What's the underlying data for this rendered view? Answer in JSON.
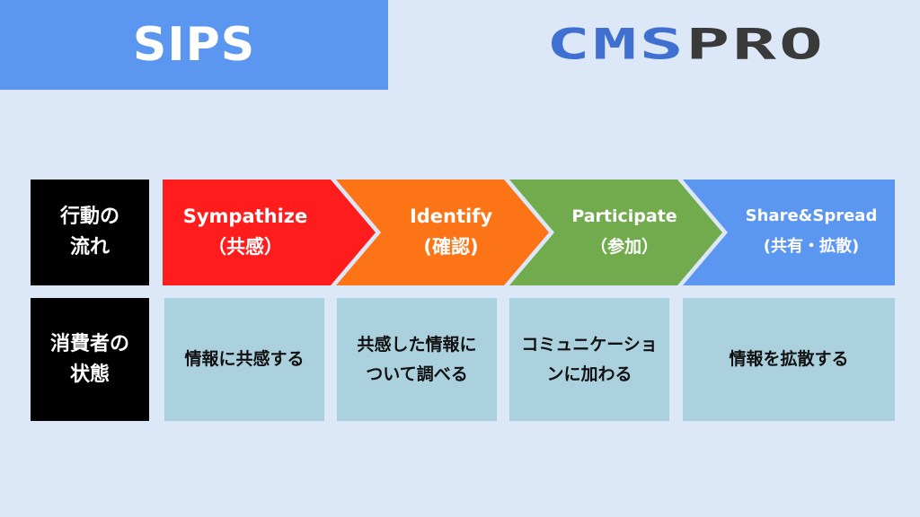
{
  "title": "SIPS",
  "logo": {
    "part1": "CMS",
    "part2": "PRO",
    "color_primary": "#3e6fd1",
    "color_secondary": "#3a3a3a"
  },
  "row_labels": {
    "flow": [
      "行動の",
      "流れ"
    ],
    "state": [
      "消費者の",
      "状態"
    ]
  },
  "steps": [
    {
      "name": "Sympathize",
      "sub": "（共感）",
      "color": "#fe1c1c"
    },
    {
      "name": "Identify",
      "sub": "(確認)",
      "color": "#fd7417"
    },
    {
      "name": "Participate",
      "sub": "（参加）",
      "color": "#71ab4d"
    },
    {
      "name": "Share&Spread",
      "sub": "(共有・拡散)",
      "color": "#5b96f0"
    }
  ],
  "states": [
    {
      "lines": [
        "情報に共感する"
      ]
    },
    {
      "lines": [
        "共感した情報に",
        "ついて調べる"
      ]
    },
    {
      "lines": [
        "コミュニケーショ",
        "ンに加わる"
      ]
    },
    {
      "lines": [
        "情報を拡散する"
      ]
    }
  ]
}
